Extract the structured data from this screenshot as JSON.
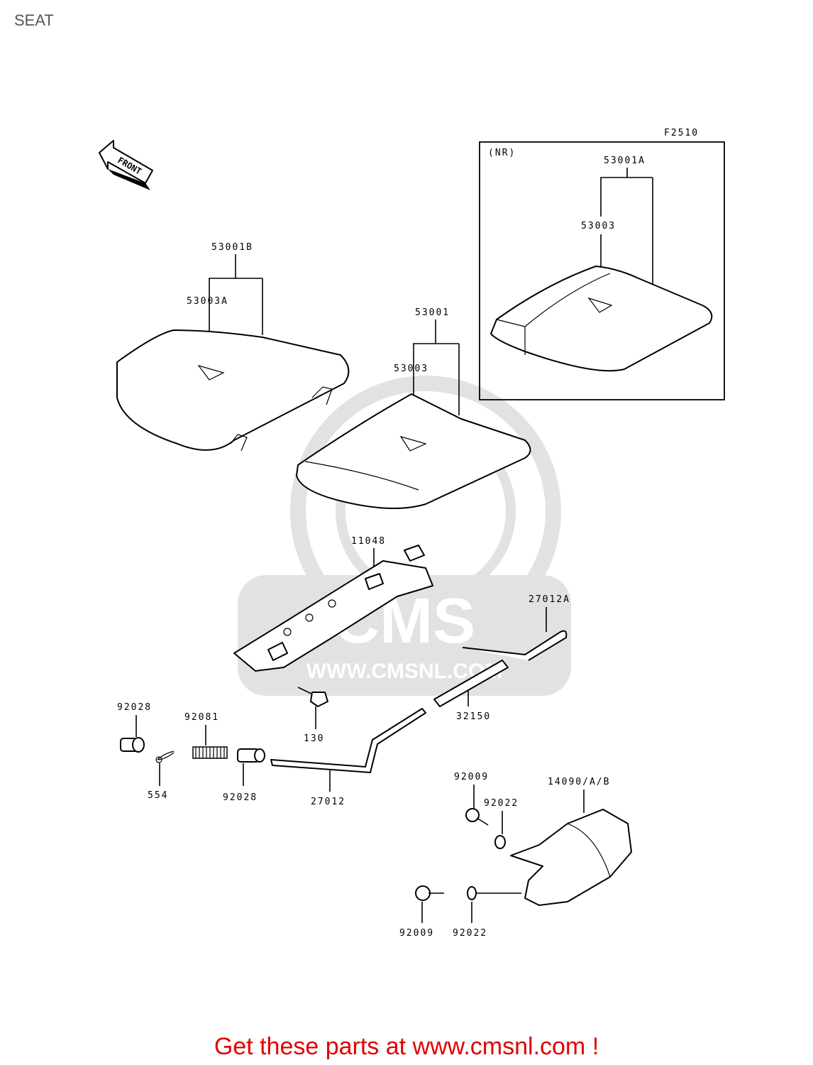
{
  "page_title": "SEAT",
  "figure_code": "F2510",
  "inset": {
    "label": "(NR)",
    "seat_label": "53001A",
    "cover_label": "53003"
  },
  "labels": {
    "seat_b": "53001B",
    "cover_a": "53003A",
    "seat": "53001",
    "cover": "53003",
    "bracket": "11048",
    "rod_a": "27012A",
    "tube": "32150",
    "bolt": "130",
    "collar_left": "92028",
    "spring": "92081",
    "pin": "554",
    "collar_right": "92028",
    "rod": "27012",
    "bolt_top": "92009",
    "washer_top": "92022",
    "cover_part": "14090/A/B",
    "bolt_bottom": "92009",
    "washer_bottom": "92022"
  },
  "front_arrow_text": "FRONT",
  "watermark": {
    "logo_text": "CMS",
    "url_text": "WWW.CMSNL.COM"
  },
  "footer_text": "Get these parts at www.cmsnl.com !"
}
